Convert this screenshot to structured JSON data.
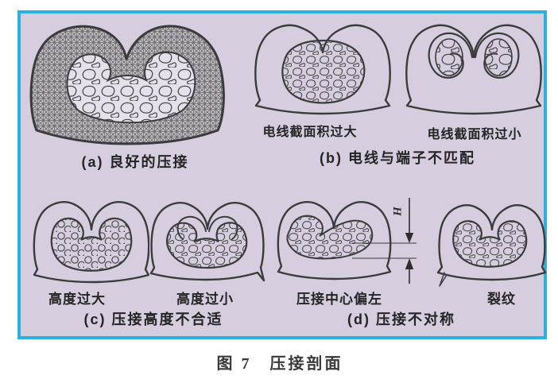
{
  "figure": {
    "caption": "图 7　压接剖面"
  },
  "sections": {
    "a": {
      "label": "(a) 良好的压接"
    },
    "b": {
      "sub1": "电线截面积过大",
      "sub2": "电线截面积过小",
      "label": "(b) 电线与端子不匹配"
    },
    "c": {
      "sub1": "高度过大",
      "sub2": "高度过小",
      "label": "(c) 压接高度不合适"
    },
    "d": {
      "sub1": "压接中心偏左",
      "sub2": "裂纹",
      "label": "(d) 压接不对称",
      "dimension_label": "H"
    }
  },
  "colors": {
    "panel_background": "#d6cede",
    "panel_border": "#29b2df",
    "line": "#3b3b3b",
    "label_text": "#242424",
    "caption_text": "#3a3a3a"
  }
}
